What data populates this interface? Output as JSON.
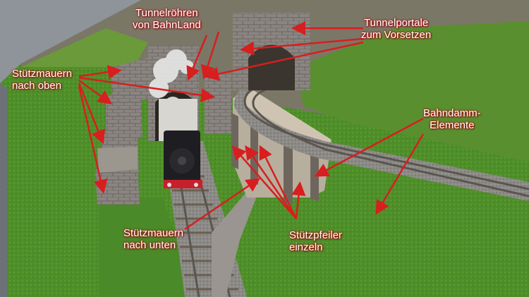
{
  "colors": {
    "background": "#8f939a",
    "grass": "#4f8f2a",
    "rock": "#7a7766",
    "stone": "#8a8580",
    "track_bed": "#8c8a86",
    "rail": "#5a5550",
    "locomotive": "#1e1e22",
    "buffer_beam": "#c8202a",
    "label_text": "#ffffff",
    "arrow": "#d81e1e"
  },
  "labels": {
    "tunnelroehren": {
      "line1": "Tunnelröhren",
      "line2": "von BahnLand"
    },
    "tunnelportale": {
      "line1": "Tunnelportale",
      "line2": "zum Vorsetzen"
    },
    "stuetzmauern_oben": {
      "line1": "Stützmauern",
      "line2": "nach oben"
    },
    "bahndamm": {
      "line1": "Bahndamm-",
      "line2": "Elemente"
    },
    "stuetzmauern_unten": {
      "line1": "Stützmauern",
      "line2": "nach unten"
    },
    "stuetzpfeiler": {
      "line1": "Stützpfeiler",
      "line2": "einzeln"
    }
  }
}
